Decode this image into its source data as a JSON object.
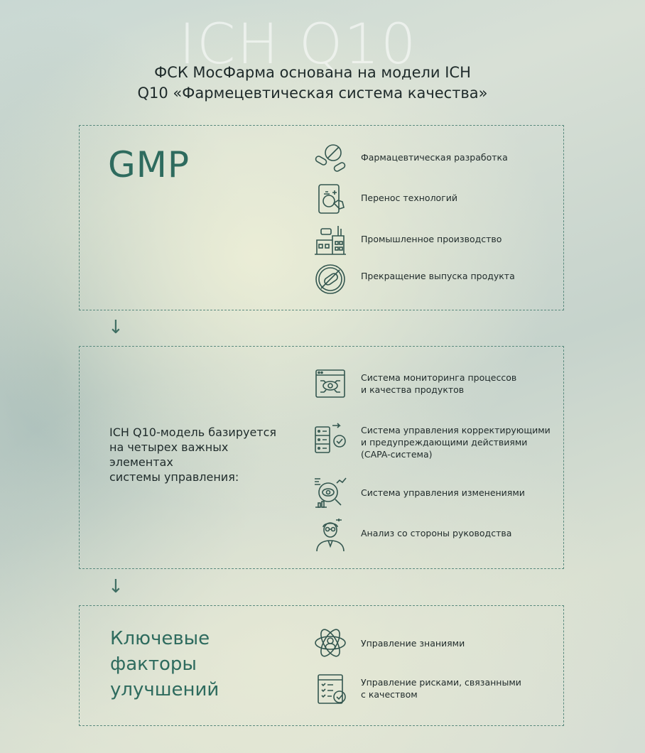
{
  "watermark": "ICH Q10",
  "title_line1": "ФСК МосФарма основана на модели ICH",
  "title_line2": "Q10 «Фармецевтическая система качества»",
  "arrow": "↓",
  "gmp": {
    "heading": "GMP",
    "items": [
      {
        "label": "Фармацевтическая разработка",
        "icon": "pills-icon"
      },
      {
        "label": "Перенос технологий",
        "icon": "tablet-touch-icon"
      },
      {
        "label": "Промышленное производство",
        "icon": "factory-icon"
      },
      {
        "label": "Прекращение выпуска продукта",
        "icon": "no-pills-icon"
      }
    ]
  },
  "model": {
    "line1": "ICH Q10-модель базируется",
    "line2": "на четырех важных элементах",
    "line3": "системы управления:",
    "items": [
      {
        "line1": "Система мониторинга процессов",
        "line2": "и качества продуктов",
        "line3": "",
        "icon": "monitor-eye-icon"
      },
      {
        "line1": "Система управления корректирующими",
        "line2": "и предупреждающими действиями",
        "line3": "(CAPA-система)",
        "icon": "server-eye-icon"
      },
      {
        "line1": "Система управления изменениями",
        "line2": "",
        "line3": "",
        "icon": "analytics-eye-icon"
      },
      {
        "line1": "Анализ со стороны руководства",
        "line2": "",
        "line3": "",
        "icon": "manager-icon"
      }
    ]
  },
  "key": {
    "line1": "Ключевые",
    "line2": "факторы",
    "line3": "улучшений",
    "items": [
      {
        "line1": "Управление знаниями",
        "line2": "",
        "icon": "knowledge-atom-icon"
      },
      {
        "line1": "Управление рисками, связанными",
        "line2": "с качеством",
        "icon": "checklist-icon"
      }
    ]
  },
  "colors": {
    "accent": "#2e6b5e",
    "border": "#5a8a7e",
    "text": "#1f2a2a"
  }
}
